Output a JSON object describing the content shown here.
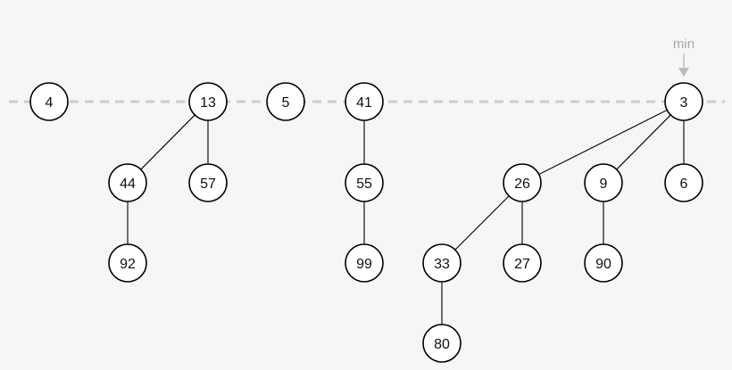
{
  "colors": {
    "background": "#f6f6f6",
    "node_fill": "#ffffff",
    "node_stroke": "#000000",
    "edge": "#000000",
    "root_list_line": "#cccccc",
    "min_pointer": "#aaaaaa"
  },
  "min_pointer": {
    "label": "min",
    "target": "3"
  },
  "nodes": [
    {
      "id": "n4",
      "label": "4"
    },
    {
      "id": "n13",
      "label": "13"
    },
    {
      "id": "n44",
      "label": "44"
    },
    {
      "id": "n57",
      "label": "57"
    },
    {
      "id": "n92",
      "label": "92"
    },
    {
      "id": "n5",
      "label": "5"
    },
    {
      "id": "n41",
      "label": "41"
    },
    {
      "id": "n55",
      "label": "55"
    },
    {
      "id": "n99",
      "label": "99"
    },
    {
      "id": "n3",
      "label": "3"
    },
    {
      "id": "n26",
      "label": "26"
    },
    {
      "id": "n9",
      "label": "9"
    },
    {
      "id": "n6",
      "label": "6"
    },
    {
      "id": "n33",
      "label": "33"
    },
    {
      "id": "n27",
      "label": "27"
    },
    {
      "id": "n90",
      "label": "90"
    },
    {
      "id": "n80",
      "label": "80"
    }
  ],
  "edges": [
    {
      "from": "n13",
      "to": "n44"
    },
    {
      "from": "n13",
      "to": "n57"
    },
    {
      "from": "n44",
      "to": "n92"
    },
    {
      "from": "n41",
      "to": "n55"
    },
    {
      "from": "n55",
      "to": "n99"
    },
    {
      "from": "n3",
      "to": "n26"
    },
    {
      "from": "n3",
      "to": "n9"
    },
    {
      "from": "n3",
      "to": "n6"
    },
    {
      "from": "n26",
      "to": "n33"
    },
    {
      "from": "n26",
      "to": "n27"
    },
    {
      "from": "n9",
      "to": "n90"
    },
    {
      "from": "n33",
      "to": "n80"
    }
  ]
}
